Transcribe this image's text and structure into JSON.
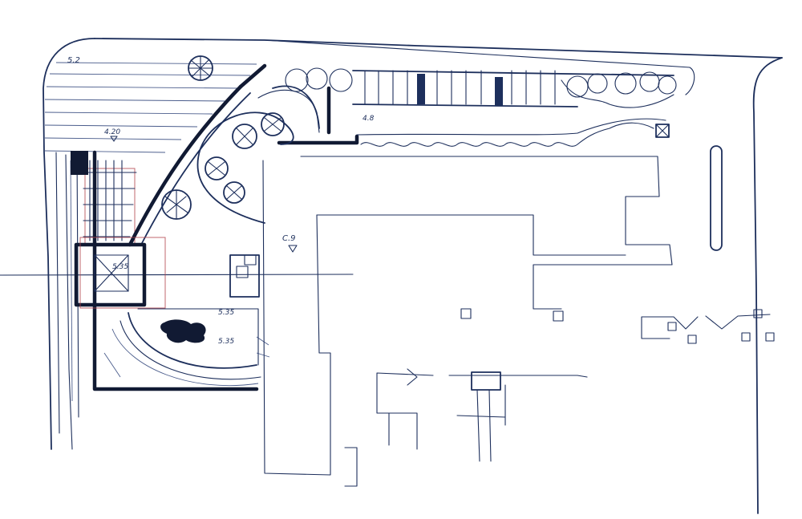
{
  "drawing": {
    "kind": "hand-drawn site plan sketch",
    "ink_color": "#1d2f5c",
    "heavy_ink_color": "#111a33",
    "accent_color": "#b0414a",
    "background": "#ffffff"
  },
  "annotations": {
    "corner_level": "5.2",
    "west_level": "4.20",
    "east_level": "4.8",
    "section_marker": "C.9",
    "pavilion_level": "5.35",
    "lawn_level_a": "5.35",
    "lawn_level_b": "5.35"
  }
}
